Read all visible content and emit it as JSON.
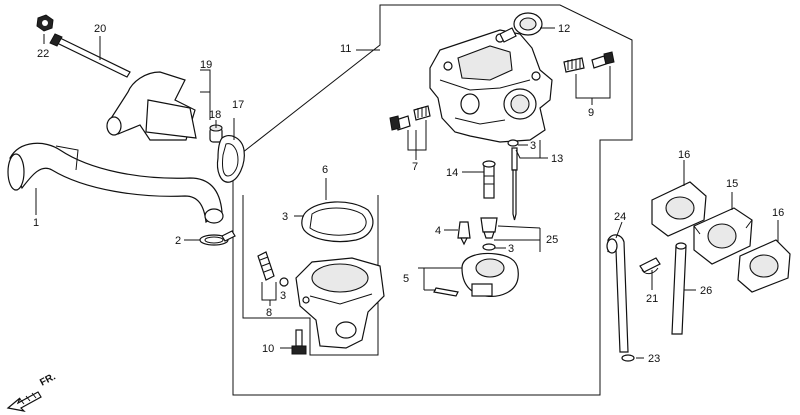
{
  "labels": {
    "l1": "1",
    "l2": "2",
    "l3a": "3",
    "l3b": "3",
    "l3c": "3",
    "l3d": "3",
    "l4": "4",
    "l5": "5",
    "l6": "6",
    "l7": "7",
    "l8": "8",
    "l9": "9",
    "l10": "10",
    "l11": "11",
    "l12": "12",
    "l13": "13",
    "l14": "14",
    "l15": "15",
    "l16a": "16",
    "l16b": "16",
    "l17": "17",
    "l18": "18",
    "l19": "19",
    "l20": "20",
    "l21": "21",
    "l22": "22",
    "l23": "23",
    "l24": "24",
    "l25": "25",
    "l26": "26"
  },
  "front_marker": "FR."
}
